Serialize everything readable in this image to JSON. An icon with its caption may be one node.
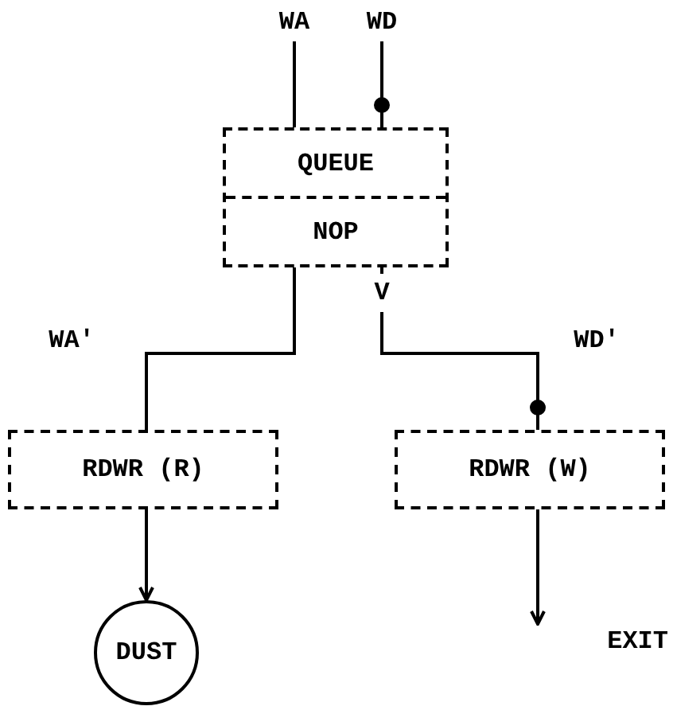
{
  "diagram": {
    "nodes": [
      {
        "text": [
          "WA"
        ]
      },
      {
        "text": [
          "WD"
        ]
      },
      {
        "text": [
          "QUEUE",
          "NOP"
        ]
      },
      {
        "text": [
          "RDWR (R)"
        ]
      },
      {
        "text": [
          "RDWR (W)"
        ]
      },
      {
        "text": [
          "DUST"
        ]
      },
      {
        "text": [
          "EXIT"
        ]
      }
    ],
    "edges": [
      {
        "from": 0,
        "to": 2,
        "arrow": "none"
      },
      {
        "from": 1,
        "to": 2,
        "arrow": "other"
      },
      {
        "from": 2,
        "to": 3,
        "arrow": "none"
      },
      {
        "from": 2,
        "to": 4,
        "arrow": "other"
      },
      {
        "from": 3,
        "to": 5,
        "arrow": "to"
      },
      {
        "from": 4,
        "to": 6,
        "arrow": "to"
      }
    ],
    "labels": [
      "V",
      "WA'",
      "WD'"
    ]
  }
}
